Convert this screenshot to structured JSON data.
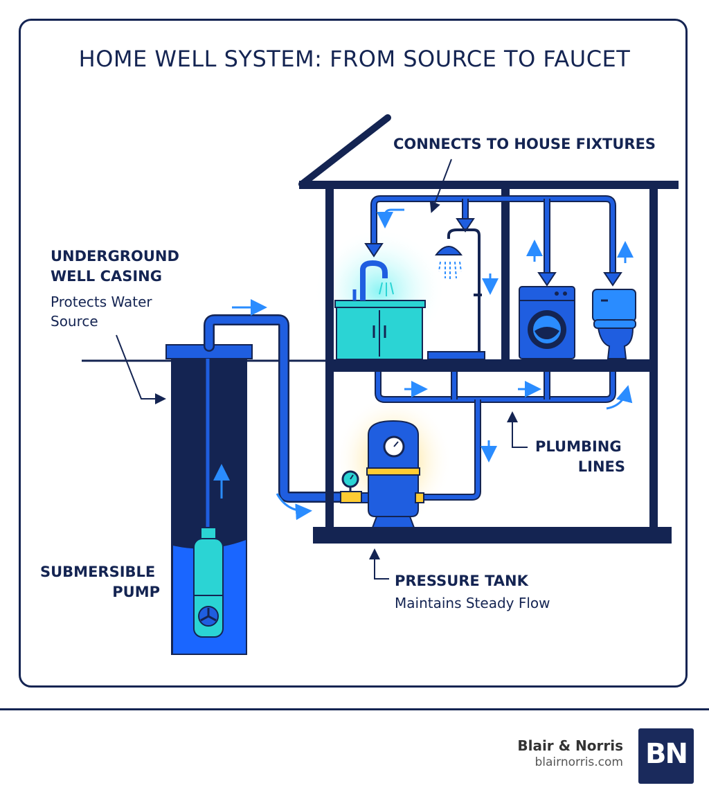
{
  "title": "HOME WELL SYSTEM: FROM SOURCE TO FAUCET",
  "labels": {
    "fixtures": "CONNECTS TO HOUSE FIXTURES",
    "casing_line1": "UNDERGROUND",
    "casing_line2": "WELL CASING",
    "casing_sub1": "Protects Water",
    "casing_sub2": "Source",
    "pump_line1": "SUBMERSIBLE",
    "pump_line2": "PUMP",
    "plumbing_line1": "PLUMBING",
    "plumbing_line2": "LINES",
    "tank_title": "PRESSURE TANK",
    "tank_sub": "Maintains Steady Flow"
  },
  "brand": {
    "name": "Blair & Norris",
    "url": "blairnorris.com",
    "logo_text": "BN"
  },
  "colors": {
    "navy": "#142452",
    "pipe_blue": "#1f5ee0",
    "arrow_blue": "#2a8cff",
    "water_blue": "#1a66ff",
    "aqua": "#2bd4d4",
    "glow_yellow": "#ffcc33"
  }
}
